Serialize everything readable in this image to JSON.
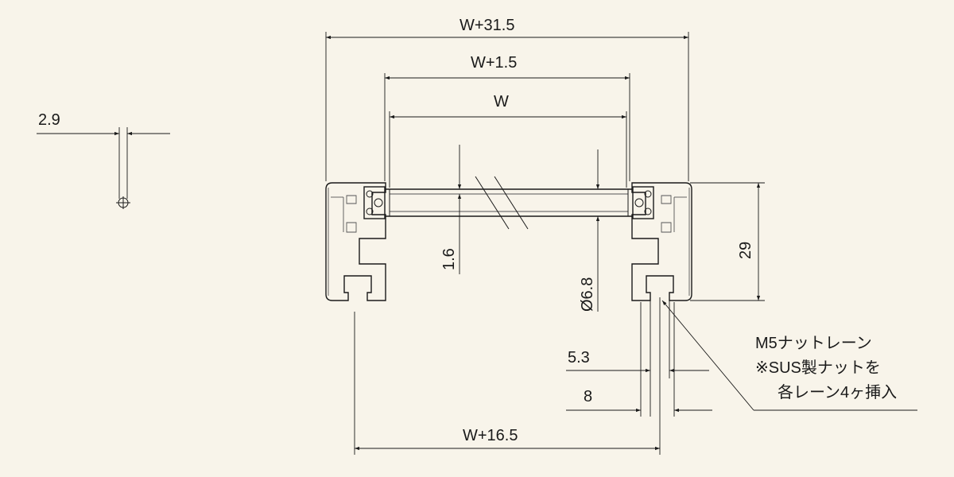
{
  "dimensions": {
    "overall_width": "W+31.5",
    "inner_width": "W+1.5",
    "roller_width": "W",
    "pitch": "2.9",
    "plate_thickness": "1.6",
    "roller_diameter": "Ø6.8",
    "height": "29",
    "lane_slot": "5.3",
    "lane_width": "8",
    "lane_pitch": "W+16.5"
  },
  "note": {
    "line1": "M5ナットレーン",
    "line2": "※SUS製ナットを",
    "line3": "各レーン4ヶ挿入"
  }
}
